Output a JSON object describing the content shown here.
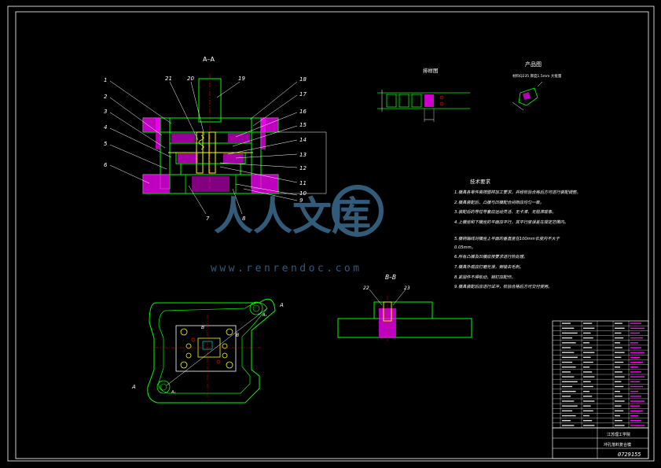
{
  "colors": {
    "background": "#000000",
    "frame": "#ffffff",
    "outline": "#00ff00",
    "hatch": "#ff00ff",
    "section": "#ffff00",
    "center": "#ff0000",
    "dim": "#00ffff",
    "leader": "#ffffff",
    "watermark": "#3a6b8f"
  },
  "views": {
    "section_aa": "A–A",
    "section_bb": "B–B",
    "blank_label": "排样图",
    "product_label": "产品图",
    "product_sub": "材料Q235 厚度1.5mm 大批量"
  },
  "part_numbers": {
    "left": [
      "1",
      "2",
      "3",
      "4",
      "5",
      "6"
    ],
    "top": [
      "21",
      "20",
      "19"
    ],
    "right": [
      "18",
      "17",
      "16",
      "15",
      "14",
      "13",
      "12",
      "11",
      "10",
      "9"
    ],
    "bottom": [
      "7",
      "8"
    ],
    "bb": [
      "22",
      "23"
    ]
  },
  "plan_labels": {
    "a1": "A",
    "a2": "A",
    "b1": "B",
    "b2": "B",
    "a_sub": "A₁",
    "b_sub": "A₁"
  },
  "notes": {
    "title": "技术要求",
    "items": [
      "1.模具各零件需按图样加工要求，并经检验合格后方可进行装配调整。",
      "2.模具装配后，凸模与凹模配合间隙应均匀一致。",
      "3.装配后的导柱导套应运动灵活、无卡滞、无阻滞现象。",
      "4.上模座和下模座的平面应平行，其平行度误差在规定范围内。",
      "5.模柄轴线对模座上平面的垂直度在100mm长度内不大于",
      "   0.05mm。",
      "6.所有凸模及凹模应按要求进行热处理。",
      "7.模具外观应打磨光滑，倒棱去毛刺。",
      "8.紧固件不得松动，销钉应配作。",
      "9.模具装配后应进行试冲，检验合格后方可交付使用。"
    ]
  },
  "watermark": {
    "brand": "人人文库",
    "url": "www.renrendoc.com"
  },
  "title_block": {
    "drawing_no": "0729155",
    "unit": "江苏理工学院",
    "name": "冲孔落料复合模",
    "bom_rows": 22
  }
}
